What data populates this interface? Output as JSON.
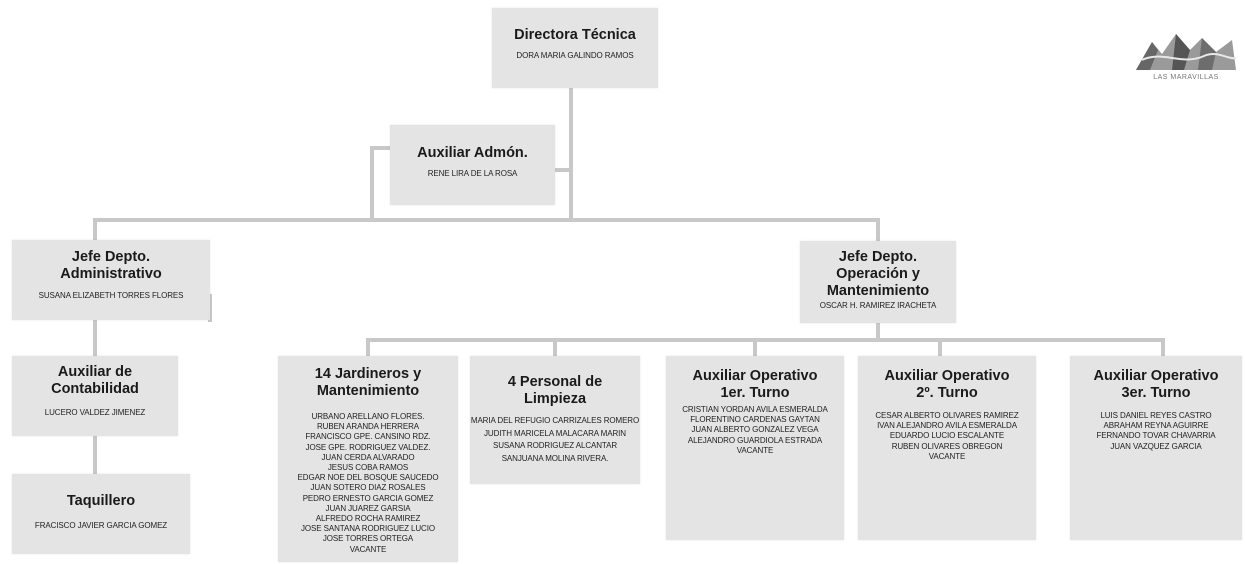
{
  "logo": {
    "text": "LAS MARAVILLAS",
    "icon": "mountain-logo-icon"
  },
  "org": {
    "director": {
      "title": "Directora Técnica",
      "names": "DORA MARIA GALINDO RAMOS"
    },
    "aux_admon": {
      "title": "Auxiliar Admón.",
      "names": "RENE LIRA DE LA ROSA"
    },
    "jefe_admin": {
      "title": "Jefe Depto.\nAdministrativo",
      "names": "SUSANA ELIZABETH TORRES FLORES"
    },
    "jefe_oper": {
      "title": "Jefe Depto.\nOperación y\nMantenimiento",
      "names": "OSCAR H. RAMIREZ IRACHETA"
    },
    "aux_contab": {
      "title": "Auxiliar de\nContabilidad",
      "names": "LUCERO VALDEZ JIMENEZ"
    },
    "taquillero": {
      "title": "Taquillero",
      "names": "FRACISCO JAVIER GARCIA GOMEZ"
    },
    "jardineros": {
      "title": "14 Jardineros y\nMantenimiento",
      "names": "URBANO ARELLANO FLORES.\nRUBEN ARANDA HERRERA\nFRANCISCO GPE. CANSINO RDZ.\nJOSE GPE. RODRIGUEZ VALDEZ.\nJUAN CERDA ALVARADO\nJESUS COBA RAMOS\nEDGAR NOE DEL BOSQUE SAUCEDO\nJUAN SOTERO DIAZ ROSALES\nPEDRO ERNESTO GARCIA GOMEZ\nJUAN JUAREZ GARSIA\nALFREDO ROCHA RAMIREZ\nJOSE SANTANA RODRIGUEZ LUCIO\nJOSE TORRES ORTEGA\nVACANTE"
    },
    "limpieza": {
      "title": "4 Personal de\nLimpieza",
      "names": "MARIA DEL REFUGIO CARRIZALES ROMERO\nJUDITH MARICELA MALACARA MARIN\nSUSANA RODRIGUEZ ALCANTAR\nSANJUANA MOLINA RIVERA."
    },
    "turno1": {
      "title": "Auxiliar Operativo\n1er. Turno",
      "names": "CRISTIAN YORDAN AVILA ESMERALDA\nFLORENTINO CARDENAS GAYTAN\nJUAN ALBERTO GONZALEZ VEGA\nALEJANDRO GUARDIOLA ESTRADA\nVACANTE"
    },
    "turno2": {
      "title": "Auxiliar Operativo\n2º. Turno",
      "names": "CESAR ALBERTO OLIVARES RAMIREZ\nIVAN ALEJANDRO AVILA ESMERALDA\nEDUARDO LUCIO ESCALANTE\nRUBEN OLIVARES OBREGON\nVACANTE"
    },
    "turno3": {
      "title": "Auxiliar Operativo\n3er. Turno",
      "names": "LUIS DANIEL REYES CASTRO\nABRAHAM REYNA AGUIRRE\nFERNANDO TOVAR CHAVARRIA\nJUAN VAZQUEZ GARCIA"
    }
  }
}
